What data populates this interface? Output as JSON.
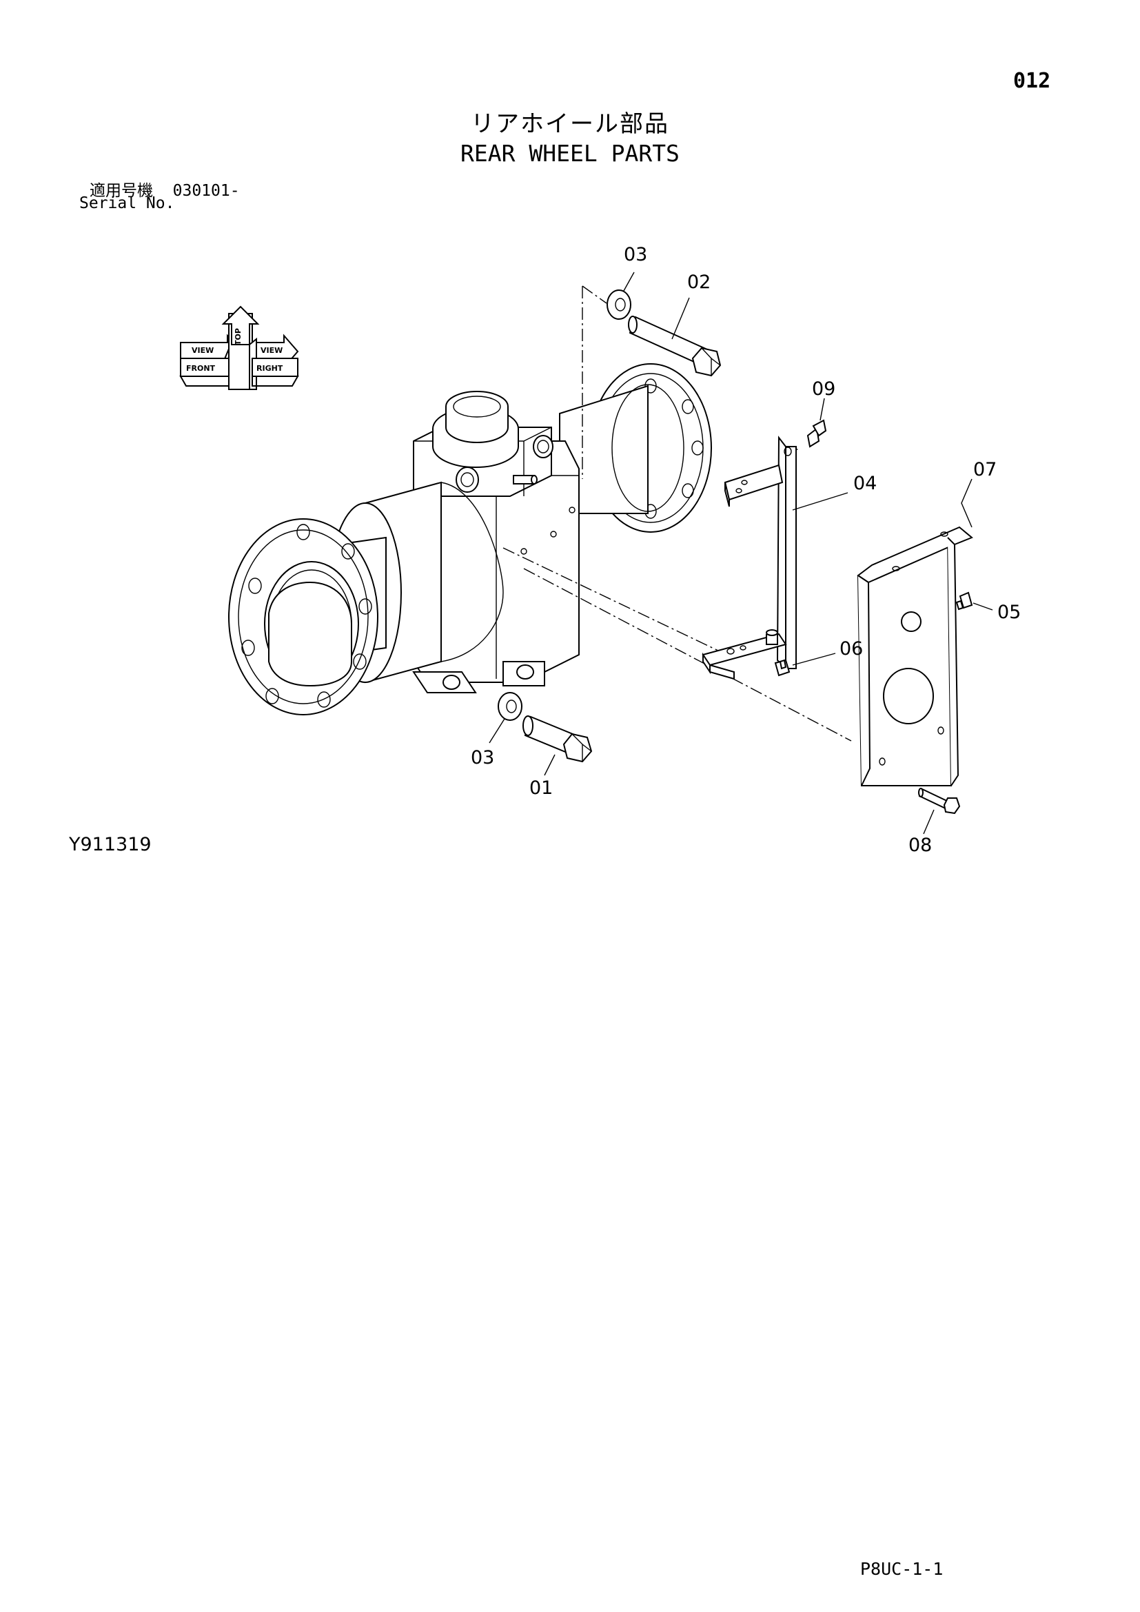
{
  "header": {
    "page_number": "012",
    "title_ja": "リアホイール部品",
    "title_en": "REAR WHEEL PARTS",
    "serial_label_ja": "適用号機",
    "serial_value": "030101-",
    "serial_label_en": "Serial No."
  },
  "orientation_icon": {
    "front": "FRONT",
    "right": "RIGHT",
    "top": "TOP",
    "view_left": "VIEW",
    "view_right": "VIEW"
  },
  "callouts": [
    "01",
    "02",
    "03",
    "03",
    "04",
    "05",
    "06",
    "07",
    "08",
    "09"
  ],
  "footer": {
    "drawing_id": "Y911319",
    "doc_code": "P8UC-1-1"
  }
}
